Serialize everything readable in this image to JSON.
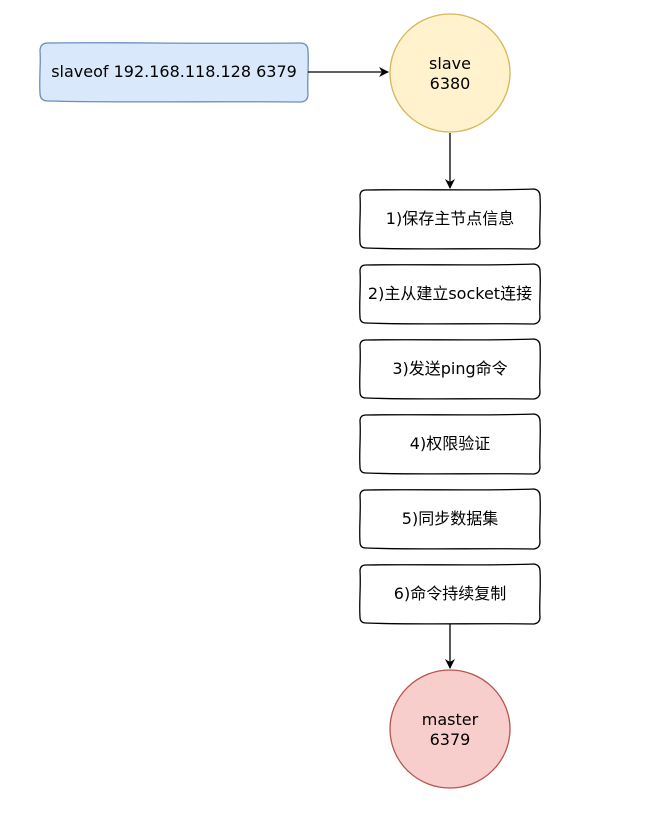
{
  "command": {
    "text": "slaveof 192.168.118.128 6379",
    "fill": "#dae8fc",
    "stroke": "#6c8ebf"
  },
  "slave_node": {
    "text": "slave\n6380",
    "fill": "#fff2cc",
    "stroke": "#d6b656"
  },
  "steps": [
    {
      "label": "1)保存主节点信息"
    },
    {
      "label": "2)主从建立socket连接"
    },
    {
      "label": "3)发送ping命令"
    },
    {
      "label": "4)权限验证"
    },
    {
      "label": "5)同步数据集"
    },
    {
      "label": "6)命令持续复制"
    }
  ],
  "step_style": {
    "fill": "#ffffff",
    "stroke": "#000000"
  },
  "master_node": {
    "text": "master\n6379",
    "fill": "#f8cecc",
    "stroke": "#b85450"
  }
}
